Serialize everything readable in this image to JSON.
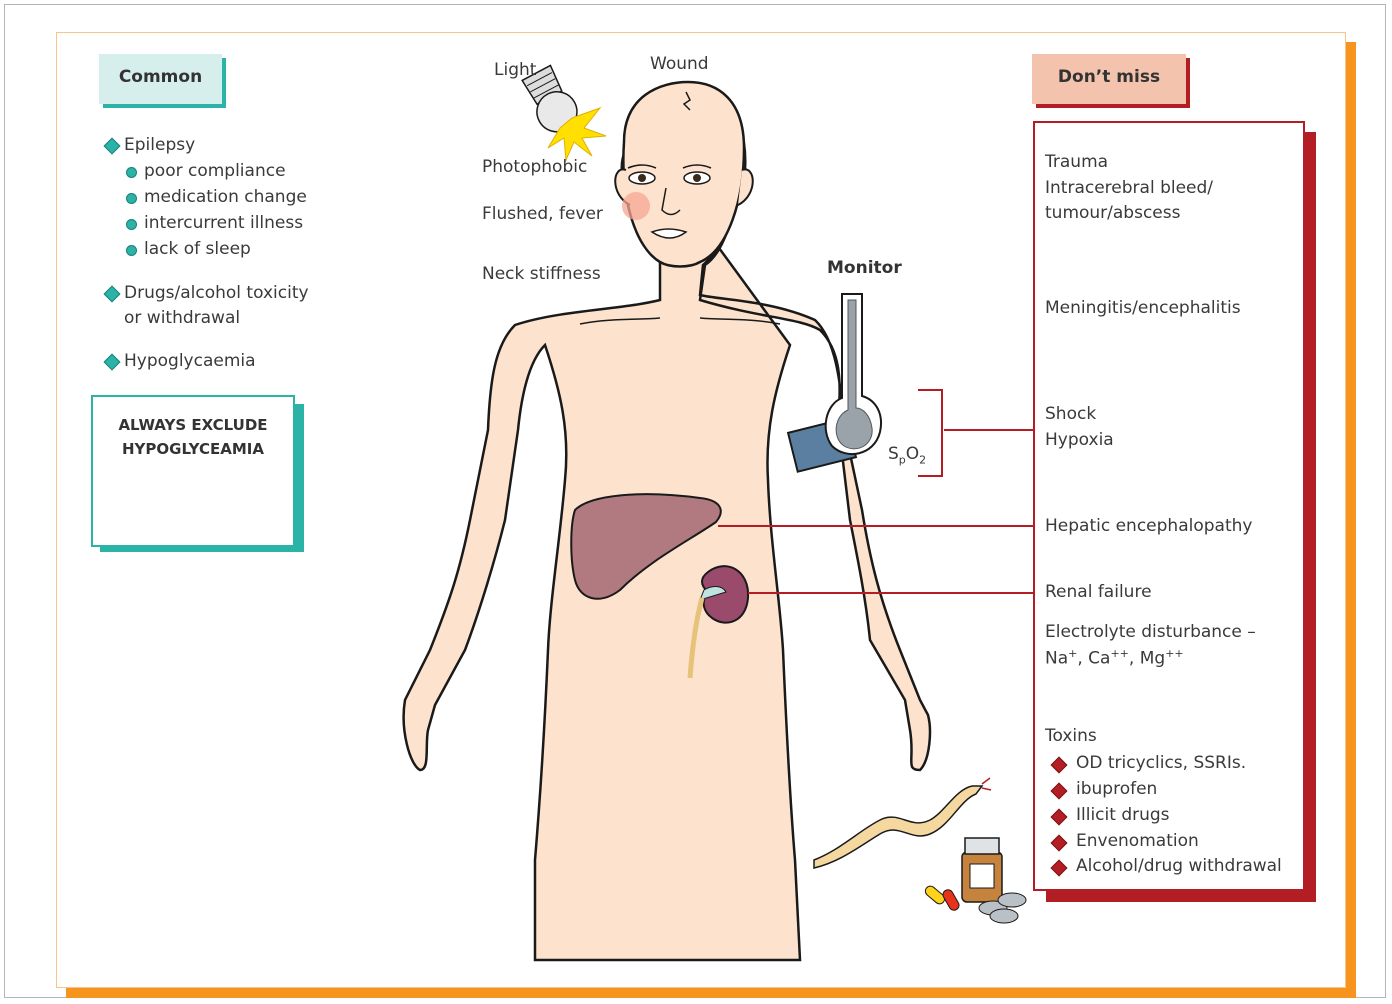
{
  "common": {
    "header": "Common",
    "epilepsy": "Epilepsy",
    "epilepsy_items": [
      "poor compliance",
      "medication change",
      "intercurrent illness",
      "lack of sleep"
    ],
    "drugs_line1": "Drugs/alcohol toxicity",
    "drugs_line2": "or withdrawal",
    "hypoglycaemia": "Hypoglycaemia",
    "always_line1": "ALWAYS EXCLUDE",
    "always_line2": "HYPOGLYCEAMIA"
  },
  "body_labels": {
    "light": "Light",
    "wound": "Wound",
    "photophobic": "Photophobic",
    "flushed": "Flushed, fever",
    "neck": "Neck stiffness",
    "monitor": "Monitor",
    "spo2_main": "S",
    "spo2_sub1": "p",
    "spo2_mid": "O",
    "spo2_sub2": "2"
  },
  "dont_miss": {
    "header": "Don’t miss",
    "trauma": "Trauma",
    "bleed_line1": "Intracerebral bleed/",
    "bleed_line2": "tumour/abscess",
    "meningitis": "Meningitis/encephalitis",
    "shock": "Shock",
    "hypoxia": "Hypoxia",
    "hepatic": "Hepatic encephalopathy",
    "renal": "Renal failure",
    "electrolyte_line1": "Electrolyte disturbance –",
    "electrolyte_na": "Na",
    "electrolyte_na_sup": "+",
    "electrolyte_ca": ", Ca",
    "electrolyte_ca_sup": "++",
    "electrolyte_mg": ", Mg",
    "electrolyte_mg_sup": "++",
    "toxins": "Toxins",
    "toxin_items": [
      "OD tricyclics, SSRIs.",
      "ibuprofen",
      "Illicit drugs",
      "Envenomation",
      "Alcohol/drug withdrawal"
    ]
  },
  "colors": {
    "teal": "#2bb3a8",
    "red": "#b21e23",
    "orange": "#f7941d",
    "skin": "#fde3cd",
    "liver": "#b07a80"
  }
}
